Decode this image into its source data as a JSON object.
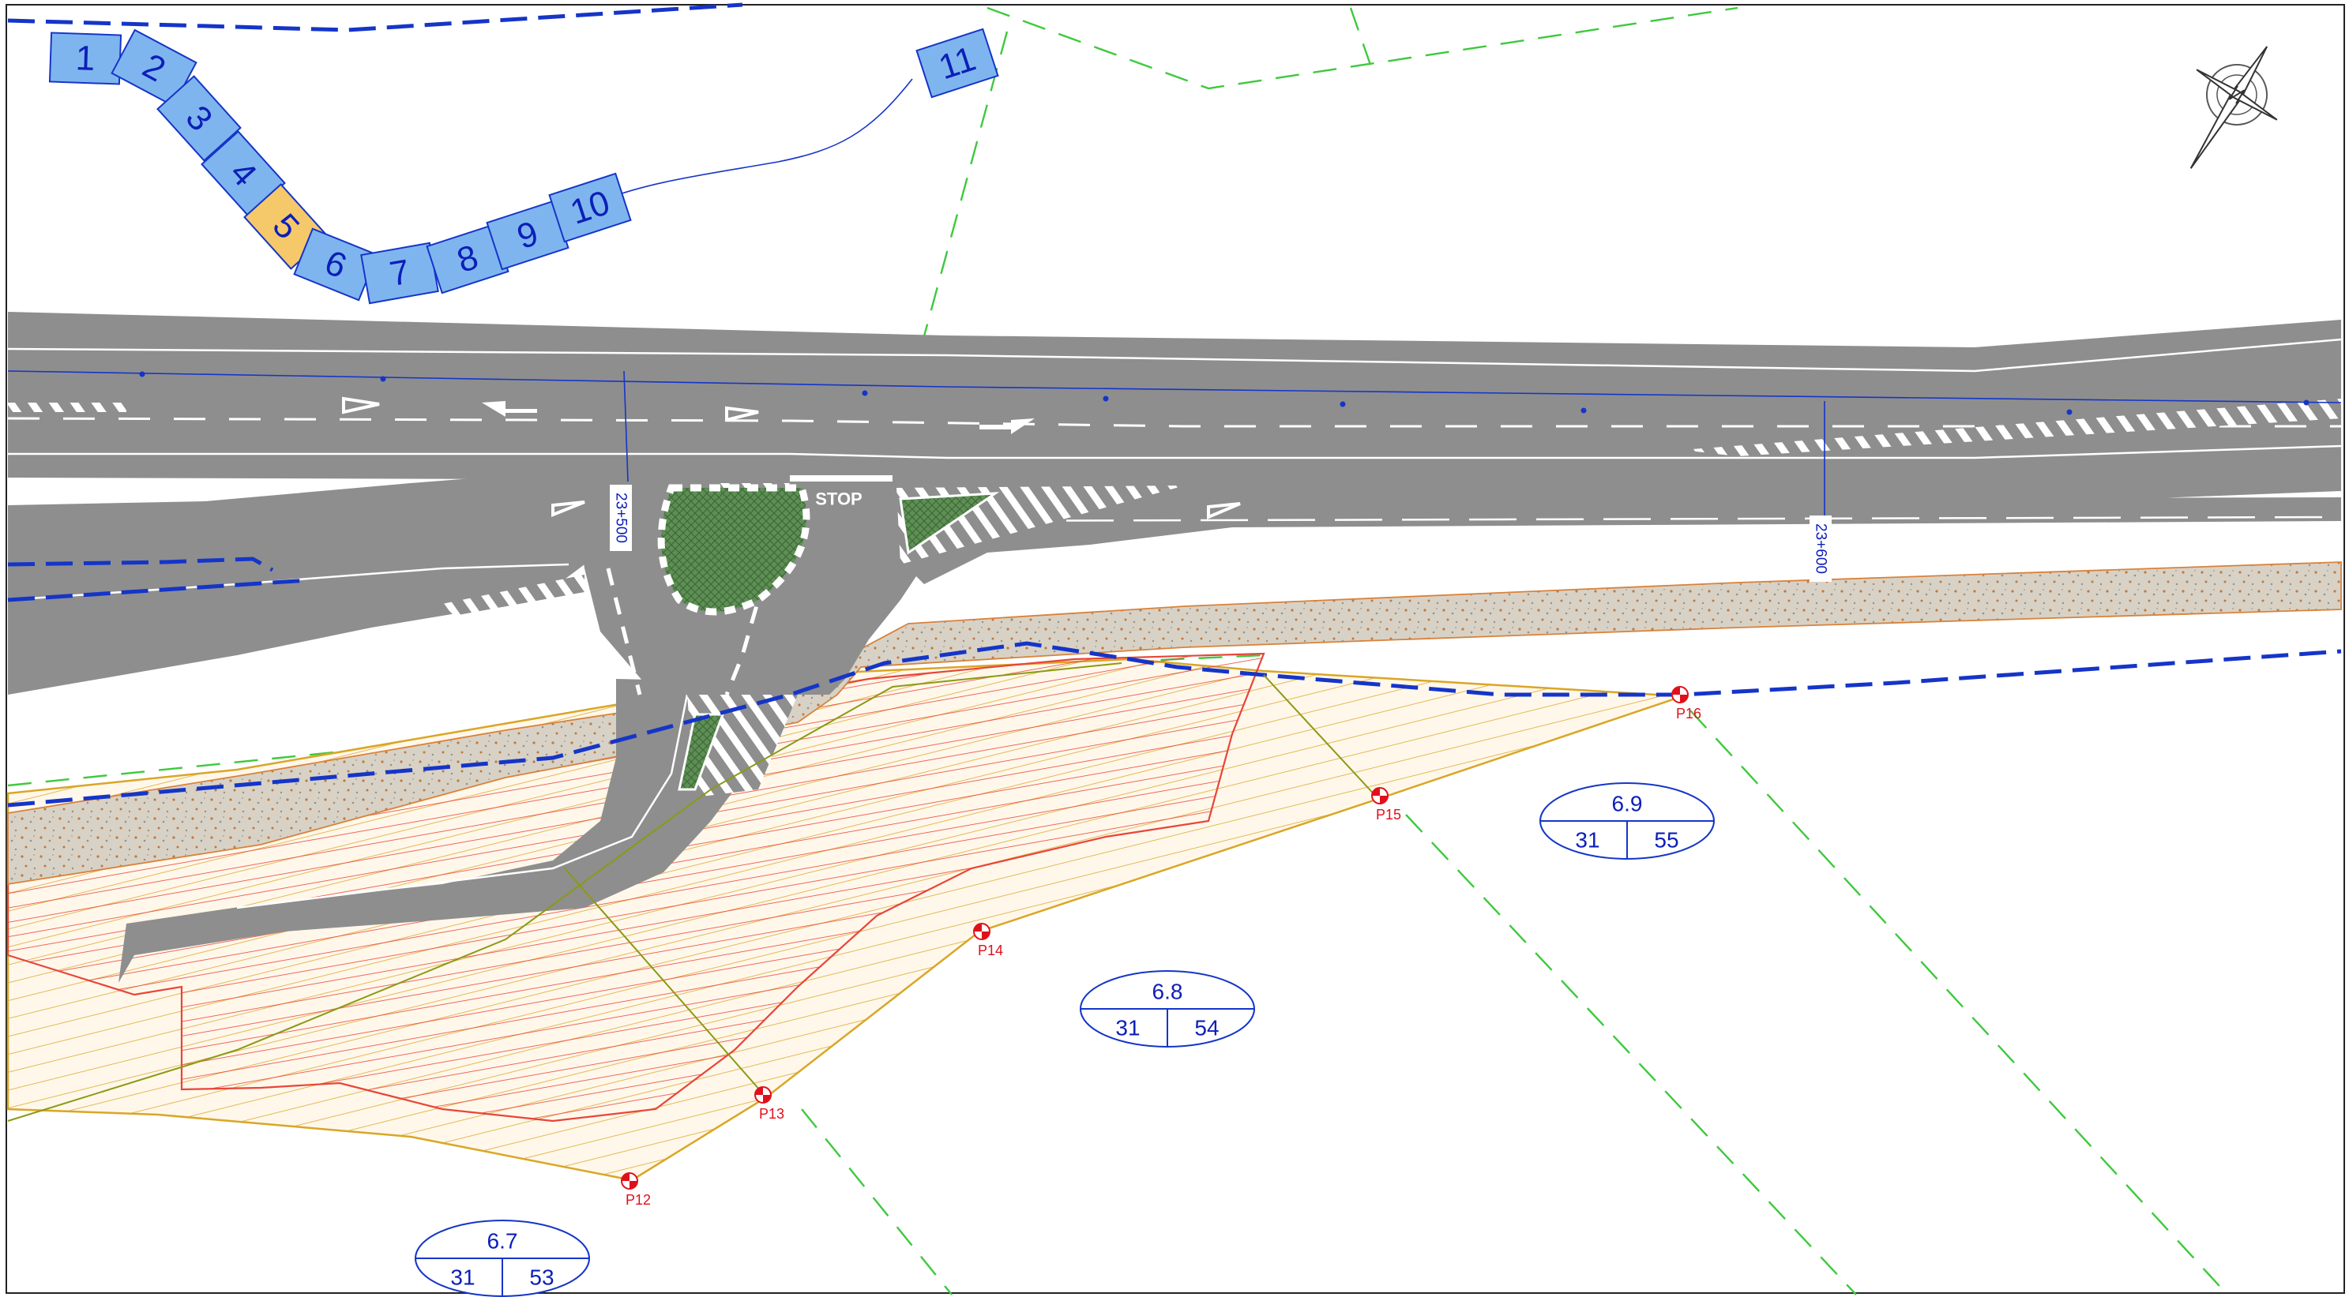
{
  "colors": {
    "road": "#8e8e8e",
    "marking": "#ffffff",
    "boundary": "#1535c8",
    "green_dash": "#3ec93e",
    "hatch_red": "#e8453a",
    "hatch_yellow": "#d9a626",
    "gravel": "#d8d2c6",
    "island": "#5e8f55",
    "sheet_fill": "#7fb5ef",
    "sheet_selected": "#f5c86a",
    "label_blue": "#0b1fb8",
    "point_red": "#e0101a"
  },
  "icons": {
    "north_arrow": "compass-rose-icon",
    "survey_point": "survey-point-icon"
  },
  "sheet_index": {
    "selected": "5",
    "sheets": [
      "1",
      "2",
      "3",
      "4",
      "5",
      "6",
      "7",
      "8",
      "9",
      "10",
      "11"
    ]
  },
  "road": {
    "stop_marking": "STOP"
  },
  "chainages": [
    "23+500",
    "23+600"
  ],
  "points": [
    "P12",
    "P13",
    "P14",
    "P15",
    "P16"
  ],
  "parcels": [
    {
      "number": "6.7",
      "left": "31",
      "right": "53"
    },
    {
      "number": "6.8",
      "left": "31",
      "right": "54"
    },
    {
      "number": "6.9",
      "left": "31",
      "right": "55"
    }
  ]
}
